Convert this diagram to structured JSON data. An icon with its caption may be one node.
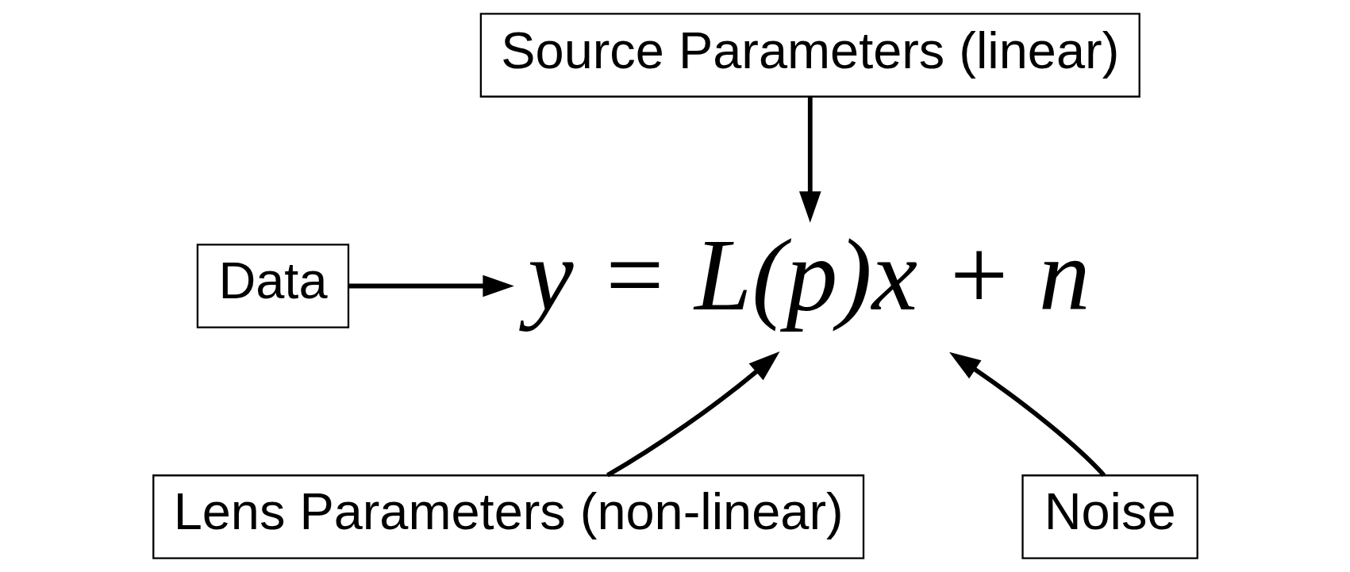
{
  "diagram": {
    "nodes": [
      {
        "text": [
          "Source Parameters (linear)"
        ]
      },
      {
        "text": [
          "Data"
        ]
      },
      {
        "text": [
          "y = L(p)x + n"
        ]
      },
      {
        "text": [
          "Lens Parameters (non-linear)"
        ]
      },
      {
        "text": [
          "Noise"
        ]
      }
    ],
    "edges": [
      {
        "from": 1,
        "to": 2,
        "arrow": "to"
      },
      {
        "from": 0,
        "to": 2,
        "arrow": "to"
      },
      {
        "from": 3,
        "to": 2,
        "arrow": "to"
      },
      {
        "from": 4,
        "to": 2,
        "arrow": "to"
      }
    ]
  }
}
